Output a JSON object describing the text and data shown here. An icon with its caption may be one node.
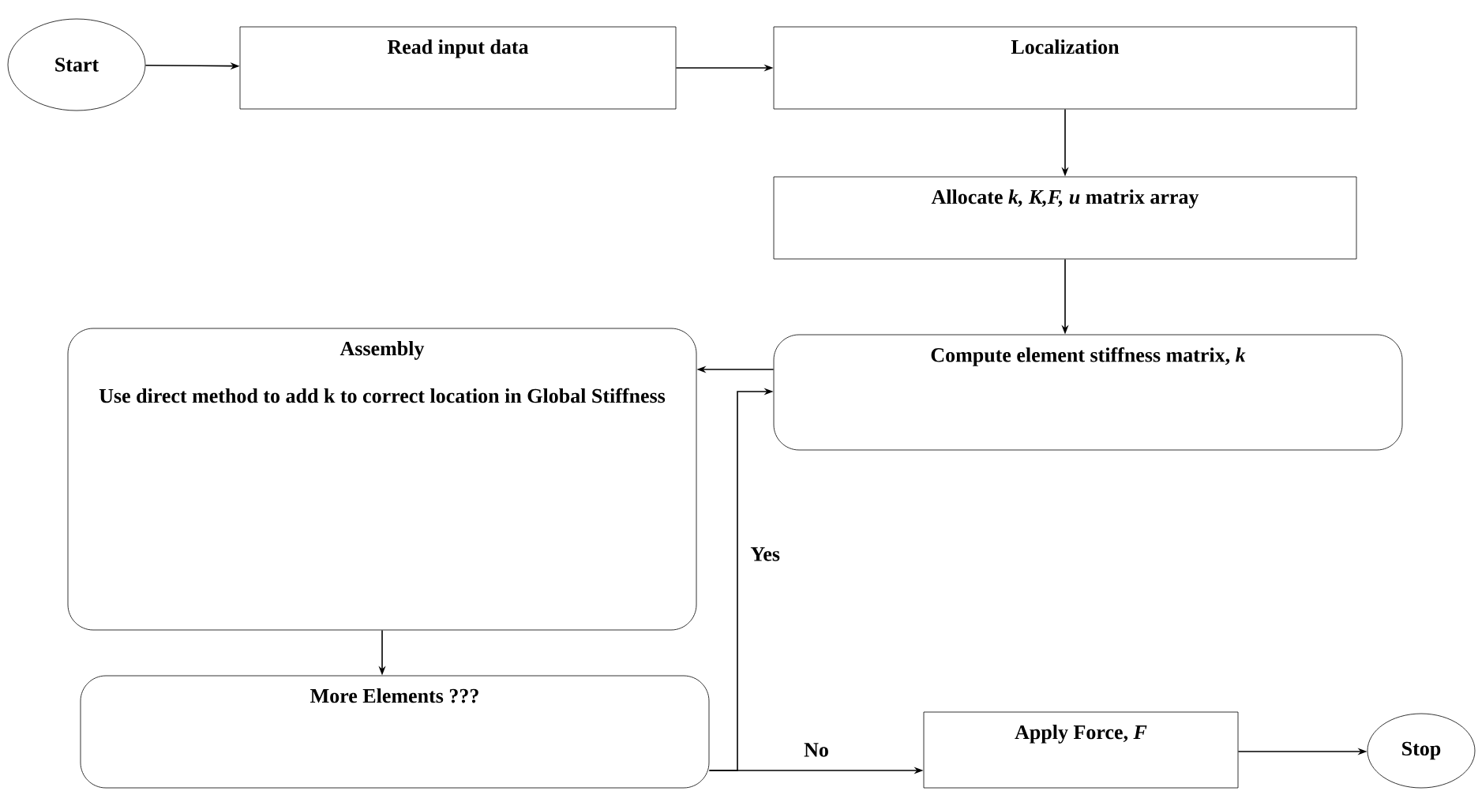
{
  "diagram": {
    "nodes": [
      {
        "text": [
          "Start"
        ]
      },
      {
        "text": [
          "Read input data"
        ]
      },
      {
        "text": [
          "Localization"
        ]
      },
      {
        "text": [
          "Allocate *k, K,F, u* matrix array"
        ]
      },
      {
        "text": [
          "Compute element stiffness matrix, *k*"
        ]
      },
      {
        "text": [
          "Assembly",
          "Use direct method to add k to correct location in Global Stiffness"
        ]
      },
      {
        "text": [
          "More Elements ???"
        ]
      },
      {
        "text": [
          "Apply Force, *F*"
        ]
      },
      {
        "text": [
          "Stop"
        ]
      }
    ],
    "edges": [
      {
        "from": 0,
        "to": 1,
        "arrow": "to"
      },
      {
        "from": 1,
        "to": 2,
        "arrow": "to"
      },
      {
        "from": 2,
        "to": 3,
        "arrow": "to"
      },
      {
        "from": 3,
        "to": 4,
        "arrow": "to"
      },
      {
        "from": 4,
        "to": 5,
        "arrow": "to"
      },
      {
        "from": 5,
        "to": 6,
        "arrow": "to"
      },
      {
        "from": 6,
        "to": 4,
        "arrow": "to",
        "label": "Yes"
      },
      {
        "from": 6,
        "to": 7,
        "arrow": "to",
        "label": "No"
      },
      {
        "from": 7,
        "to": 8,
        "arrow": "to"
      }
    ]
  }
}
